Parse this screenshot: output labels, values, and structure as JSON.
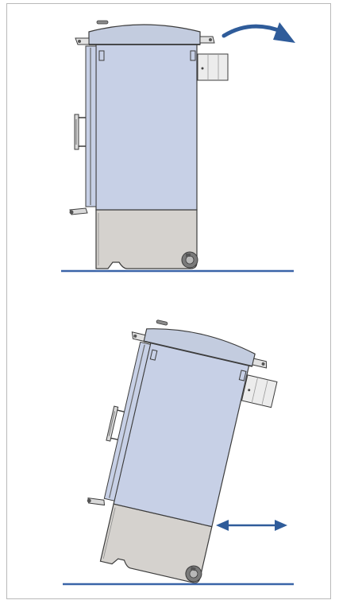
{
  "colors": {
    "body_fill": "#c7d0e6",
    "top_fill": "#c3ccdf",
    "base_fill": "#d5d2ce",
    "outline": "#3c3c3c",
    "floor": "#3a64a8",
    "arrow": "#2f5c9a"
  },
  "panels": [
    {
      "name": "upright-cabinet",
      "tilted": false,
      "arrow": "curved-arrow-right"
    },
    {
      "name": "tilted-cabinet",
      "tilted": true,
      "arrow": "double-arrow-horizontal"
    }
  ]
}
